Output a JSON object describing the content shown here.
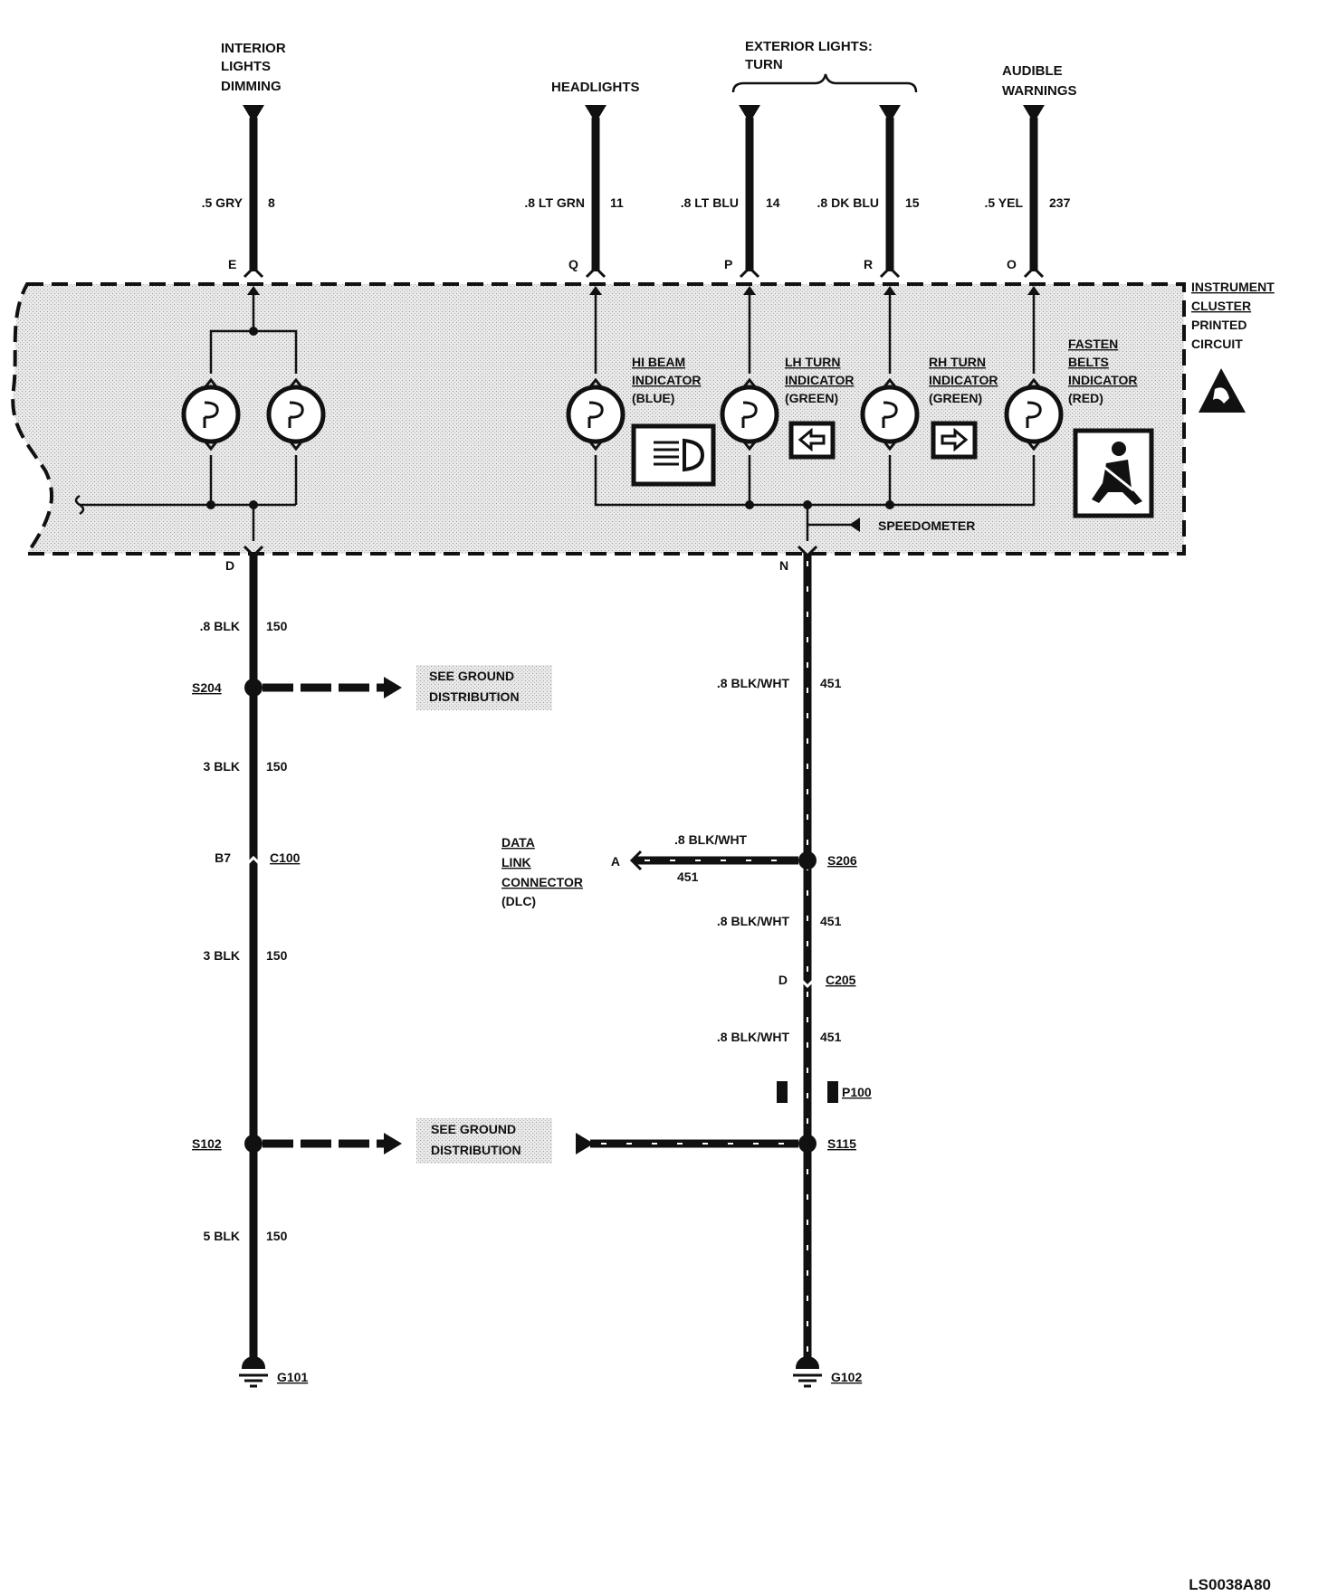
{
  "inputs": {
    "interior": [
      "INTERIOR",
      "LIGHTS",
      "DIMMING"
    ],
    "headlights": "HEADLIGHTS",
    "exterior": [
      "EXTERIOR LIGHTS:",
      "TURN"
    ],
    "audible": [
      "AUDIBLE",
      "WARNINGS"
    ]
  },
  "wires_top": [
    {
      "id": "E",
      "gauge": ".5 GRY",
      "circuit": "8"
    },
    {
      "id": "Q",
      "gauge": ".8 LT GRN",
      "circuit": "11"
    },
    {
      "id": "P",
      "gauge": ".8 LT BLU",
      "circuit": "14"
    },
    {
      "id": "R",
      "gauge": ".8 DK BLU",
      "circuit": "15"
    },
    {
      "id": "O",
      "gauge": ".5 YEL",
      "circuit": "237"
    }
  ],
  "cluster": {
    "label": [
      "INSTRUMENT",
      "CLUSTER",
      "PRINTED",
      "CIRCUIT"
    ],
    "hi_beam": [
      "HI BEAM",
      "INDICATOR",
      "(BLUE)"
    ],
    "lh_turn": [
      "LH TURN",
      "INDICATOR",
      "(GREEN)"
    ],
    "rh_turn": [
      "RH TURN",
      "INDICATOR",
      "(GREEN)"
    ],
    "fasten": [
      "FASTEN",
      "BELTS",
      "INDICATOR",
      "(RED)"
    ],
    "speedometer": "SPEEDOMETER"
  },
  "left_branch": {
    "pin": "D",
    "w1_gauge": ".8 BLK",
    "w1_circuit": "150",
    "s204": "S204",
    "w2_gauge": "3 BLK",
    "w2_circuit": "150",
    "c100_pin": "B7",
    "c100": "C100",
    "w3_gauge": "3 BLK",
    "w3_circuit": "150",
    "s102": "S102",
    "w4_gauge": "5 BLK",
    "w4_circuit": "150",
    "ground": "G101"
  },
  "right_branch": {
    "pin": "N",
    "w1_gauge": ".8 BLK/WHT",
    "w1_circuit": "451",
    "s206": "S206",
    "w2_gauge": ".8 BLK/WHT",
    "w2_circuit": "451",
    "c205_pin": "D",
    "c205": "C205",
    "w3_gauge": ".8 BLK/WHT",
    "w3_circuit": "451",
    "p100": "P100",
    "s115": "S115",
    "ground": "G102"
  },
  "dlc": {
    "label": [
      "DATA",
      "LINK",
      "CONNECTOR",
      "(DLC)"
    ],
    "pin": "A",
    "gauge": ".8 BLK/WHT",
    "circuit": "451"
  },
  "see_ground": [
    "SEE GROUND",
    "DISTRIBUTION"
  ],
  "code": "LS0038A80"
}
